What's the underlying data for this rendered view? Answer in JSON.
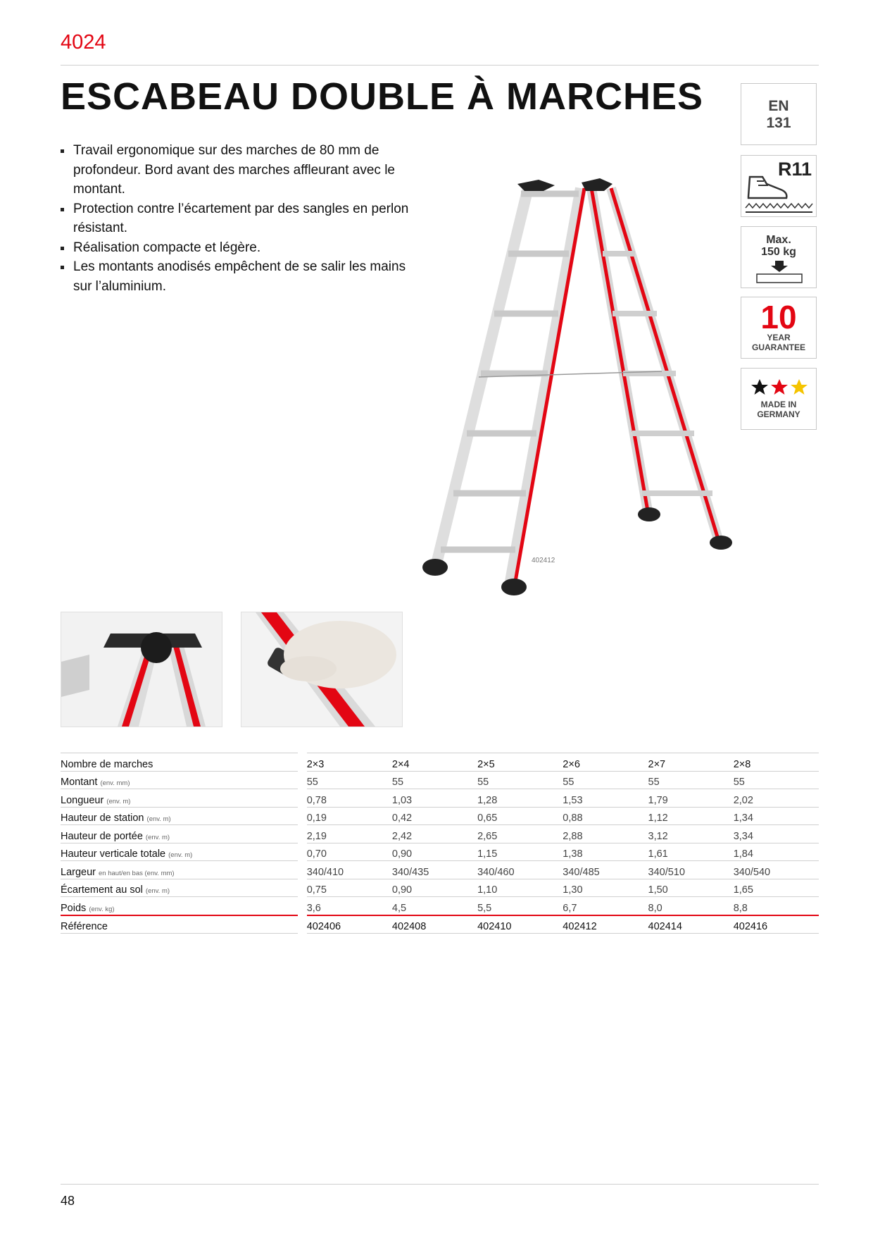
{
  "header": {
    "model": "4024",
    "title": "ESCABEAU DOUBLE À MARCHES"
  },
  "features": [
    "Travail ergonomique sur des marches de 80 mm de profondeur. Bord avant des marches affleurant avec le montant.",
    "Protection contre l’écartement par des sangles en perlon résistant.",
    "Réalisation compacte et légère.",
    "Les montants anodisés empêchent de se salir les mains sur l’aluminium."
  ],
  "product_image": {
    "reference_label": "402412"
  },
  "badges": {
    "en_line1": "EN",
    "en_line2": "131",
    "r11": "R11",
    "max_line1": "Max.",
    "max_line2": "150 kg",
    "guarantee_number": "10",
    "guarantee_line1": "YEAR",
    "guarantee_line2": "GUARANTEE",
    "germany_line1": "MADE IN",
    "germany_line2": "GERMANY"
  },
  "specs": {
    "rows": [
      {
        "label": "Nombre de marches",
        "unit": "",
        "values": [
          "2×3",
          "2×4",
          "2×5",
          "2×6",
          "2×7",
          "2×8"
        ]
      },
      {
        "label": "Montant",
        "unit": "(env. mm)",
        "values": [
          "55",
          "55",
          "55",
          "55",
          "55",
          "55"
        ]
      },
      {
        "label": "Longueur",
        "unit": "(env. m)",
        "values": [
          "0,78",
          "1,03",
          "1,28",
          "1,53",
          "1,79",
          "2,02"
        ]
      },
      {
        "label": "Hauteur de station",
        "unit": "(env. m)",
        "values": [
          "0,19",
          "0,42",
          "0,65",
          "0,88",
          "1,12",
          "1,34"
        ]
      },
      {
        "label": "Hauteur de portée",
        "unit": "(env. m)",
        "values": [
          "2,19",
          "2,42",
          "2,65",
          "2,88",
          "3,12",
          "3,34"
        ]
      },
      {
        "label": "Hauteur verticale totale",
        "unit": "(env. m)",
        "values": [
          "0,70",
          "0,90",
          "1,15",
          "1,38",
          "1,61",
          "1,84"
        ]
      },
      {
        "label": "Largeur",
        "unit": "en haut/en bas (env. mm)",
        "values": [
          "340/410",
          "340/435",
          "340/460",
          "340/485",
          "340/510",
          "340/540"
        ]
      },
      {
        "label": "Écartement au sol",
        "unit": "(env. m)",
        "values": [
          "0,75",
          "0,90",
          "1,10",
          "1,30",
          "1,50",
          "1,65"
        ]
      },
      {
        "label": "Poids",
        "unit": "(env. kg)",
        "values": [
          "3,6",
          "4,5",
          "5,5",
          "6,7",
          "8,0",
          "8,8"
        ]
      },
      {
        "label": "Référence",
        "unit": "",
        "values": [
          "402406",
          "402408",
          "402410",
          "402412",
          "402414",
          "402416"
        ]
      }
    ]
  },
  "footer": {
    "page_number": "48"
  },
  "colors": {
    "accent": "#e30613",
    "text": "#111111",
    "rule": "#d0d0d0"
  }
}
